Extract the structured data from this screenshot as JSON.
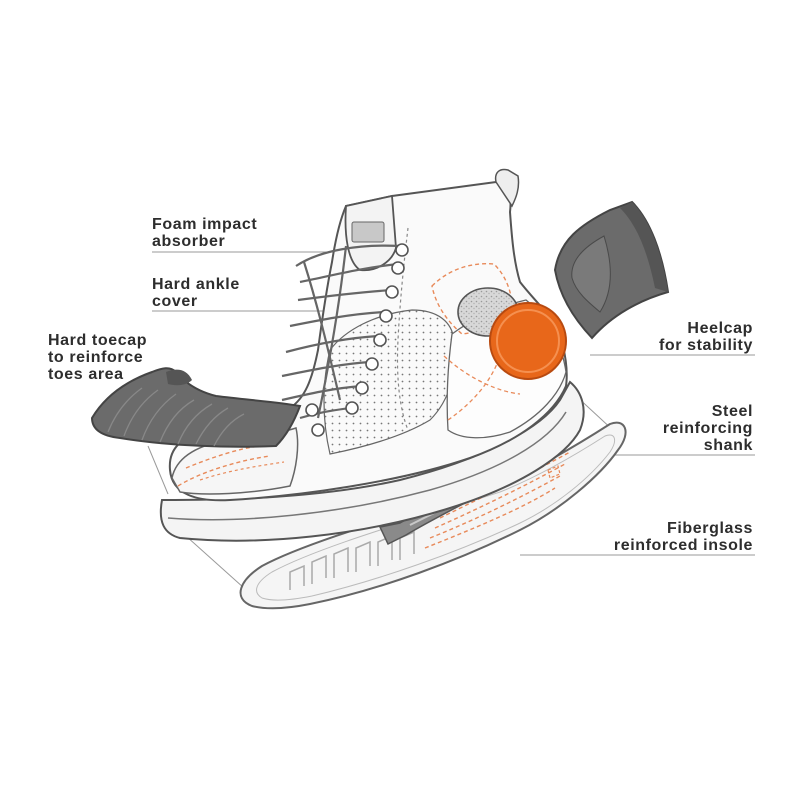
{
  "labels": {
    "foam": [
      "Foam impact",
      "absorber"
    ],
    "ankle": [
      "Hard ankle",
      "cover"
    ],
    "toecap": [
      "Hard toecap",
      "to reinforce",
      "toes area"
    ],
    "heelcap": [
      "Heelcap",
      "for stability"
    ],
    "shank": [
      "Steel",
      "reinforcing",
      "shank"
    ],
    "insole": [
      "Fiberglass",
      "reinforced insole"
    ]
  },
  "colors": {
    "outline": "#555555",
    "guide_line": "#9a9a9a",
    "dark_part": "#666666",
    "shoe_fill": "#fafafa",
    "orange": "#e8671a",
    "orange_dash": "#e88a5a",
    "steel": "#888888"
  }
}
